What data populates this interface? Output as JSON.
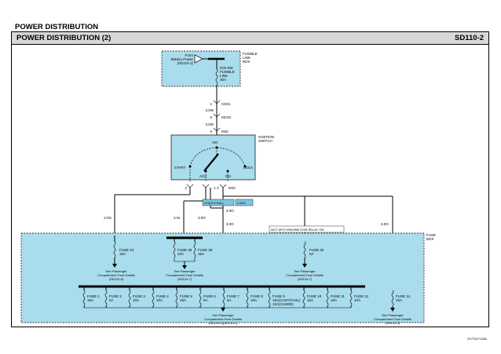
{
  "header": {
    "page_title": "POWER DISTRIBUTION",
    "section_title": "POWER DISTRIBUTION (2)",
    "code": "SD110-2"
  },
  "fusible_link": {
    "box_label_1": "FUSIBLE",
    "box_label_2": "LINK",
    "box_label_3": "BOX",
    "source_1": "From",
    "source_2": "Battery Power",
    "source_3": "(SD110-1)",
    "name_1": "IGN SW",
    "name_2": "FUSIBLE",
    "name_3": "LINK",
    "rating": "30A"
  },
  "wiring": {
    "pin_cd1": "1",
    "conn_cd1": "CD01",
    "wire_a": "3.0W",
    "pin_mc": "5",
    "conn_mc": "MC03",
    "wire_b": "3.0W",
    "pin_m42": "6",
    "conn_m42": "M42"
  },
  "ignition": {
    "label_1": "IGNITION",
    "label_2": "SWITCH",
    "am": "AM",
    "start": "START",
    "acc": "ACC",
    "on": "ON",
    "lock": "LOCK",
    "pin_2": "2",
    "pin_1": "1",
    "pin_3": "3",
    "conn": "M42"
  },
  "options": {
    "ch": "CH(AT/CH4L)",
    "c4dd": "C4DD",
    "not_with": "NOT WITH ENGINE EGM RELAY ON"
  },
  "wires": {
    "w1": "2.0G",
    "w2": "2.0L",
    "w3": "3.0O",
    "w4": "3.0O",
    "w5": "3.0O",
    "w6": "3.0O"
  },
  "fuse_box": {
    "label_1": "FUSE",
    "label_2": "BOX"
  },
  "upper_fuses": [
    {
      "name": "FUSE 24",
      "rating": "15A"
    },
    {
      "name": "FUSE 35",
      "rating": "10A"
    },
    {
      "name": "FUSE 36",
      "rating": "15A"
    },
    {
      "name": "FUSE 32",
      "rating": "5A"
    }
  ],
  "upper_refs": [
    {
      "l1": "See Passenger",
      "l2": "Compartment Fuse Details",
      "l3": "(SD120-5)"
    },
    {
      "l1": "See Passenger",
      "l2": "Compartment Fuse Details",
      "l3": "(SD120-7)"
    },
    {
      "l1": "See Passenger",
      "l2": "Compartment Fuse Details",
      "l3": "(SD120-7)"
    }
  ],
  "lower_fuses": [
    {
      "name": "FUSE 1",
      "rating": "15A",
      "extra": ""
    },
    {
      "name": "FUSE 2",
      "rating": "5A",
      "extra": ""
    },
    {
      "name": "FUSE 3",
      "rating": "10A",
      "extra": ""
    },
    {
      "name": "FUSE 4",
      "rating": "10A",
      "extra": ""
    },
    {
      "name": "FUSE 5",
      "rating": "15A",
      "extra": ""
    },
    {
      "name": "FUSE 6",
      "rating": "5A",
      "extra": ""
    },
    {
      "name": "FUSE 7",
      "rating": "5A",
      "extra": ""
    },
    {
      "name": "FUSE 8",
      "rating": "10A",
      "extra": ""
    },
    {
      "name": "FUSE 9",
      "rating": "15A(CH4T/CH4L)",
      "extra": "10A(CH4DD)"
    },
    {
      "name": "FUSE 10",
      "rating": "15A",
      "extra": ""
    },
    {
      "name": "FUSE 11",
      "rating": "10A",
      "extra": ""
    },
    {
      "name": "FUSE 12",
      "rating": "10A",
      "extra": ""
    },
    {
      "name": "FUSE 14",
      "rating": "15A",
      "extra": ""
    }
  ],
  "lower_refs": [
    {
      "l1": "See Passenger",
      "l2": "Compartment Fuse Details",
      "l3": "(SD120-1)(SD120-2)"
    },
    {
      "l1": "See Passenger",
      "l2": "Compartment Fuse Details",
      "l3": "(SD120-3)"
    }
  ],
  "footer": {
    "code": "EVTSD7118A"
  },
  "colors": {
    "box_fill": "#a9dcec",
    "title_bar": "#d8d8d8",
    "option_tag": "#7ec4e4"
  }
}
